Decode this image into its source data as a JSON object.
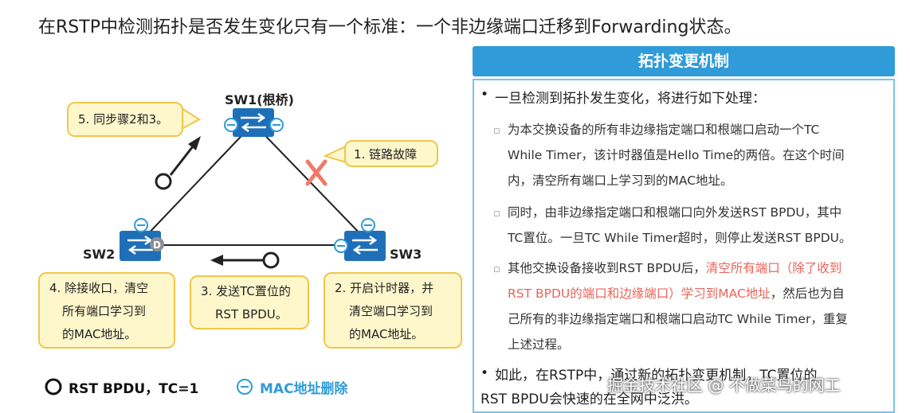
{
  "title": "在RSTP中检测拓扑是否发生变化只有一个标准：一个非边缘端口迁移到Forwarding状态。",
  "diagram": {
    "switches": {
      "sw1": "SW1(根桥)",
      "sw2": "SW2",
      "sw3": "SW3"
    },
    "callouts": {
      "step1": "1. 链路故障",
      "step2": [
        "2. 开启计时器，并",
        "清空端口学习到",
        "的MAC地址。"
      ],
      "step3": [
        "3. 发送TC置位的",
        "RST BPDU。"
      ],
      "step4": [
        "4. 除接收口，清空",
        "所有端口学习到",
        "的MAC地址。"
      ],
      "step5": "5. 同步骤2和3。"
    },
    "port_mark": "D",
    "legend": {
      "bpdu": "RST BPDU，TC=1",
      "mac_delete": "MAC地址删除"
    },
    "colors": {
      "switch": "#1f6fb8",
      "callout_fill": "#fff7cc",
      "callout_border": "#f0c64a",
      "fault": "#f07a6a",
      "mac_icon": "#2f9bd8"
    }
  },
  "panel": {
    "header": "拓扑变更机制",
    "bullet1": "一旦检测到拓扑发生变化，将进行如下处理：",
    "sub1": [
      "为本交换设备的所有非边缘指定端口和根端口启动一个TC",
      "While Timer，该计时器值是Hello Time的两倍。在这个时间",
      "内，清空所有端口上学习到的MAC地址。"
    ],
    "sub2": [
      "同时，由非边缘指定端口和根端口向外发送RST BPDU，其中",
      "TC置位。一旦TC While Timer超时，则停止发送RST BPDU。"
    ],
    "sub3_pre": "其他交换设备接收到RST BPDU后，",
    "sub3_red1": "清空所有端口（除了收到",
    "sub3_red2": "RST BPDU的端口和边缘端口）学习到MAC地址",
    "sub3_post": "，然后也为自",
    "sub3_rest": [
      "己所有的非边缘指定端口和根端口启动TC While Timer，重复",
      "上述过程。"
    ],
    "bullet2": [
      "如此，在RSTP中，通过新的拓扑变更机制，TC置位的",
      "RST BPDU会快速的在全网中泛洪。"
    ]
  },
  "watermark": "掘金技术社区 @ 不做菜鸟的网工"
}
